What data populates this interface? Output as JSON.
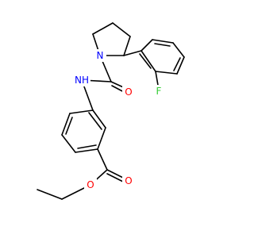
{
  "molecule": {
    "atoms": [
      {
        "id": "N1",
        "symbol": "N",
        "color": "#0000ff"
      },
      {
        "id": "N2",
        "symbol": "NH",
        "color": "#0000ff"
      },
      {
        "id": "O1",
        "symbol": "O",
        "color": "#ff0000"
      },
      {
        "id": "O2",
        "symbol": "O",
        "color": "#ff0000"
      },
      {
        "id": "O3",
        "symbol": "O",
        "color": "#ff0000"
      },
      {
        "id": "F1",
        "symbol": "F",
        "color": "#33cc33"
      }
    ],
    "bond_color": "#000000"
  }
}
